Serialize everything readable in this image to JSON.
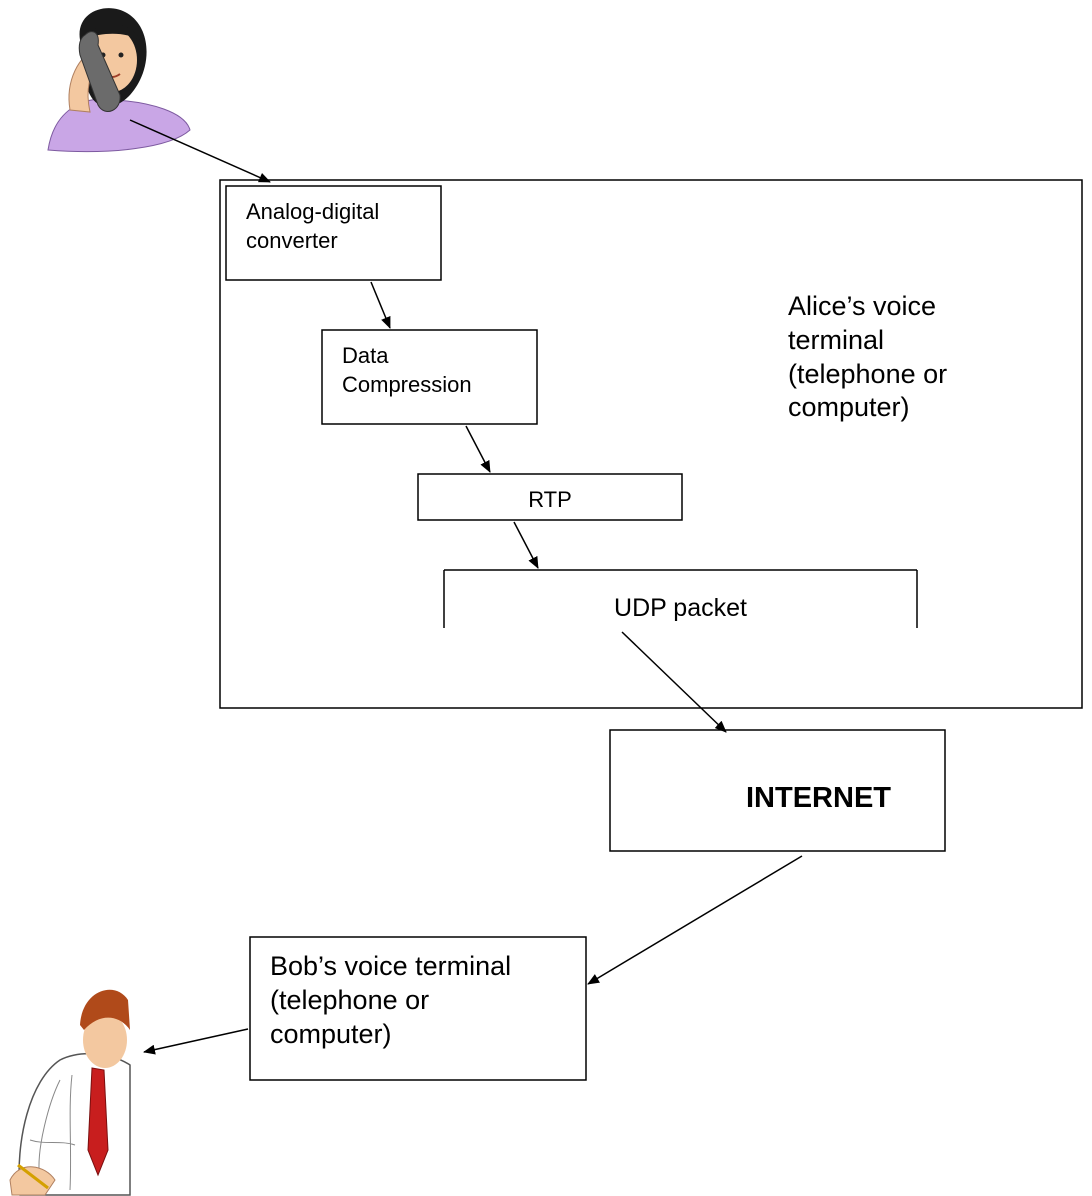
{
  "diagram": {
    "analog_digital_label": "Analog-digital\nconverter",
    "data_compression_label": "Data\nCompression",
    "rtp_label": "RTP",
    "udp_label": "UDP packet",
    "alice_terminal_label": "Alice’s  voice\nterminal\n(telephone or\ncomputer)",
    "internet_label": "INTERNET",
    "bob_terminal_label": "Bob’s voice terminal\n(telephone or\ncomputer)"
  },
  "colors": {
    "line": "#000000",
    "alice_shirt": "#c9a6e6",
    "alice_hair": "#1a1a1a",
    "skin": "#f3c8a0",
    "phone": "#6b6b6b",
    "bob_hair": "#b04a1a",
    "bob_tie": "#c81e1e",
    "bob_shirt": "#ffffff"
  }
}
